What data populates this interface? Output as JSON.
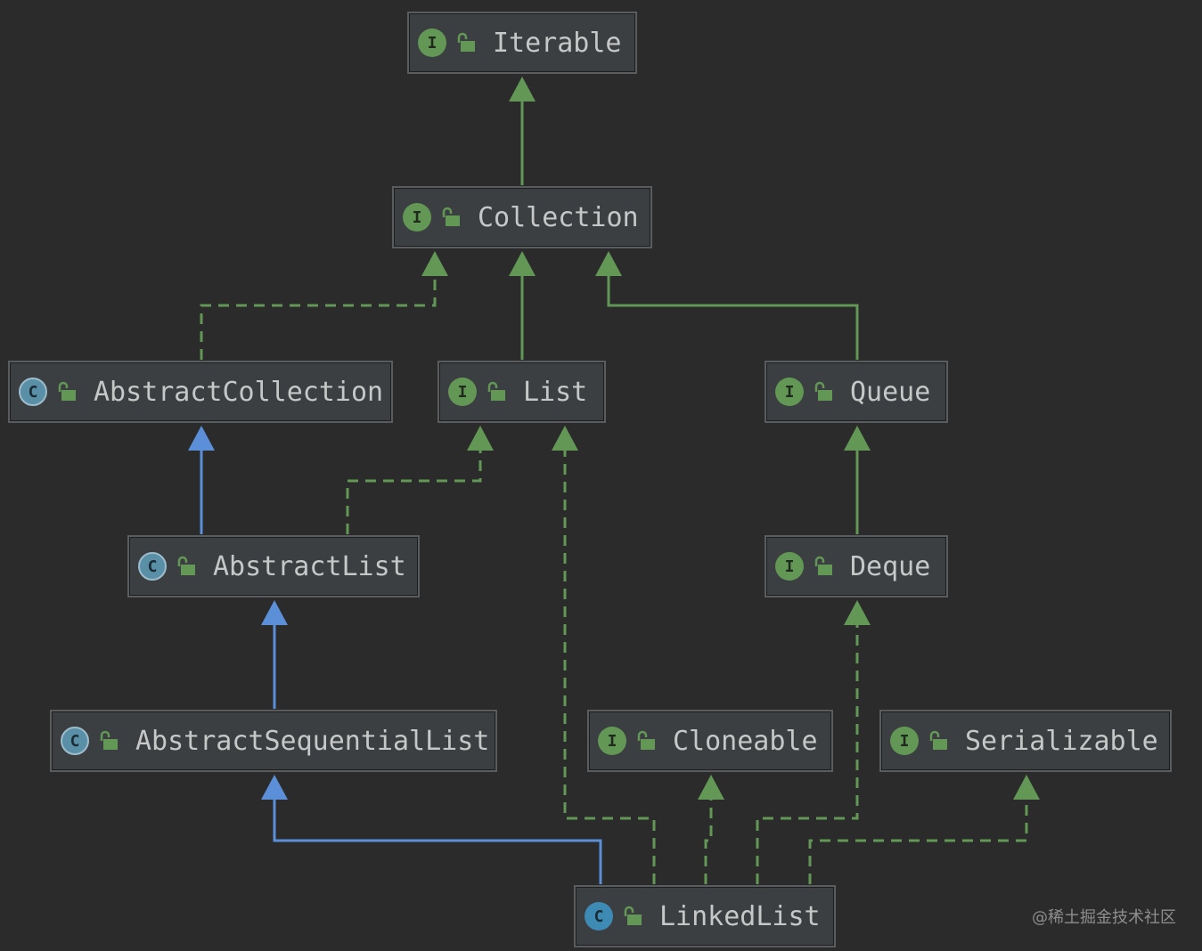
{
  "diagram": {
    "nodes": [
      {
        "id": "iterable",
        "kind": "interface",
        "kind_letter": "I",
        "label": "Iterable"
      },
      {
        "id": "collection",
        "kind": "interface",
        "kind_letter": "I",
        "label": "Collection"
      },
      {
        "id": "abstractcollection",
        "kind": "abstract-class",
        "kind_letter": "C",
        "label": "AbstractCollection"
      },
      {
        "id": "list",
        "kind": "interface",
        "kind_letter": "I",
        "label": "List"
      },
      {
        "id": "queue",
        "kind": "interface",
        "kind_letter": "I",
        "label": "Queue"
      },
      {
        "id": "abstractlist",
        "kind": "abstract-class",
        "kind_letter": "C",
        "label": "AbstractList"
      },
      {
        "id": "deque",
        "kind": "interface",
        "kind_letter": "I",
        "label": "Deque"
      },
      {
        "id": "abstractsequentiallist",
        "kind": "abstract-class",
        "kind_letter": "C",
        "label": "AbstractSequentialList"
      },
      {
        "id": "cloneable",
        "kind": "interface",
        "kind_letter": "I",
        "label": "Cloneable"
      },
      {
        "id": "serializable",
        "kind": "interface",
        "kind_letter": "I",
        "label": "Serializable"
      },
      {
        "id": "linkedlist",
        "kind": "class",
        "kind_letter": "C",
        "label": "LinkedList"
      }
    ],
    "edges": [
      {
        "from": "collection",
        "to": "iterable",
        "relation": "extends",
        "style": "solid",
        "color": "#629755"
      },
      {
        "from": "abstractcollection",
        "to": "collection",
        "relation": "implements",
        "style": "dashed",
        "color": "#629755"
      },
      {
        "from": "list",
        "to": "collection",
        "relation": "extends",
        "style": "solid",
        "color": "#629755"
      },
      {
        "from": "queue",
        "to": "collection",
        "relation": "extends",
        "style": "solid",
        "color": "#629755"
      },
      {
        "from": "abstractlist",
        "to": "abstractcollection",
        "relation": "extends",
        "style": "solid",
        "color": "#5b8fd8"
      },
      {
        "from": "abstractlist",
        "to": "list",
        "relation": "implements",
        "style": "dashed",
        "color": "#629755"
      },
      {
        "from": "deque",
        "to": "queue",
        "relation": "extends",
        "style": "solid",
        "color": "#629755"
      },
      {
        "from": "abstractsequentiallist",
        "to": "abstractlist",
        "relation": "extends",
        "style": "solid",
        "color": "#5b8fd8"
      },
      {
        "from": "linkedlist",
        "to": "abstractsequentiallist",
        "relation": "extends",
        "style": "solid",
        "color": "#5b8fd8"
      },
      {
        "from": "linkedlist",
        "to": "list",
        "relation": "implements",
        "style": "dashed",
        "color": "#629755"
      },
      {
        "from": "linkedlist",
        "to": "cloneable",
        "relation": "implements",
        "style": "dashed",
        "color": "#629755"
      },
      {
        "from": "linkedlist",
        "to": "deque",
        "relation": "implements",
        "style": "dashed",
        "color": "#629755"
      },
      {
        "from": "linkedlist",
        "to": "serializable",
        "relation": "implements",
        "style": "dashed",
        "color": "#629755"
      }
    ]
  },
  "colors": {
    "background": "#2b2b2b",
    "node_fill": "#3c3f41",
    "node_border": "#5a5d5f",
    "text": "#c5c8c6",
    "interface_badge": "#629755",
    "class_badge": "#3d8bb4",
    "inherit_interface_line": "#629755",
    "inherit_class_line": "#5b8fd8"
  },
  "icons": {
    "interface_badge": "interface-i-icon",
    "class_badge": "class-c-icon",
    "abstract_class_badge": "abstract-class-c-icon",
    "visibility": "public-unlock-icon"
  },
  "watermark": "@稀土掘金技术社区"
}
